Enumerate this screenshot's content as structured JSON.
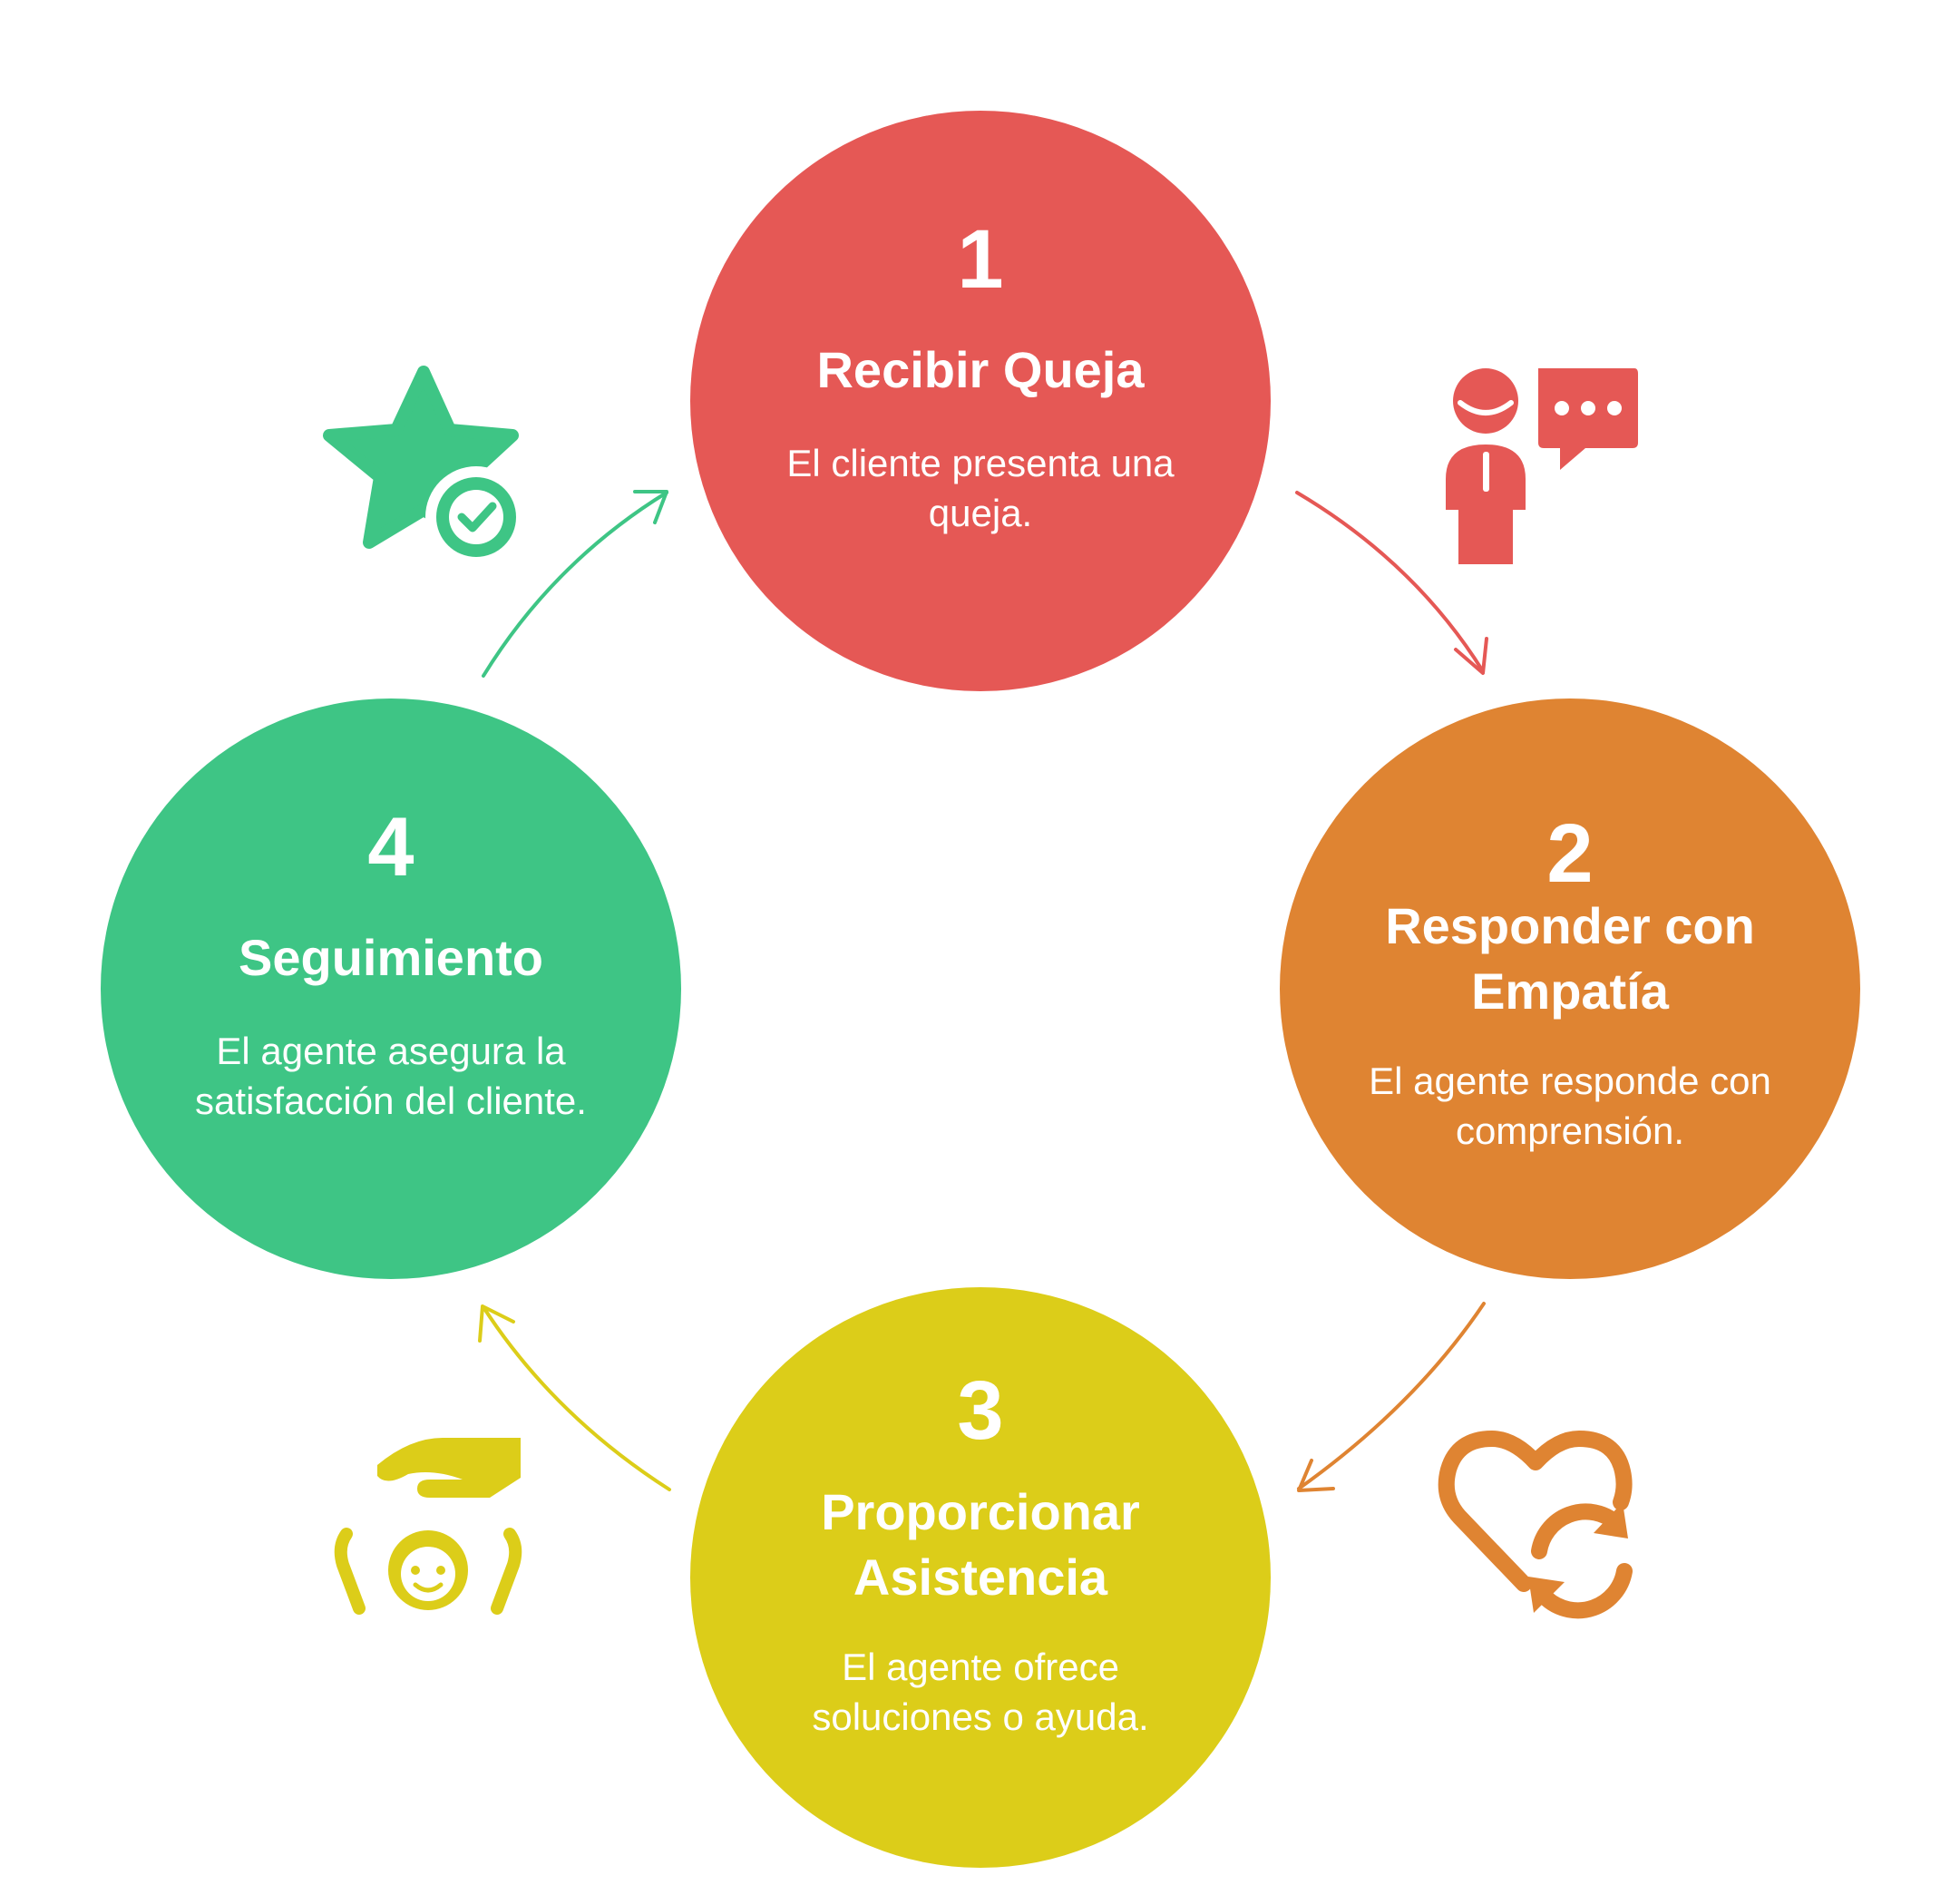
{
  "colors": {
    "step1": "#e55855",
    "step2": "#df8432",
    "step3": "#dccd19",
    "step4": "#3ec585"
  },
  "steps": [
    {
      "number": "1",
      "title": "Recibir Queja",
      "description": "El cliente presenta una queja.",
      "icon": "agent-speech-bubble-icon"
    },
    {
      "number": "2",
      "title": "Responder con Empatía",
      "description": "El agente responde con comprensión.",
      "icon": "heart-refresh-icon"
    },
    {
      "number": "3",
      "title": "Proporcionar Asistencia",
      "description": "El agente ofrece soluciones o ayuda.",
      "icon": "hand-over-child-icon"
    },
    {
      "number": "4",
      "title": "Seguimiento",
      "description": "El agente asegura la satisfacción del cliente.",
      "icon": "star-check-icon"
    }
  ]
}
